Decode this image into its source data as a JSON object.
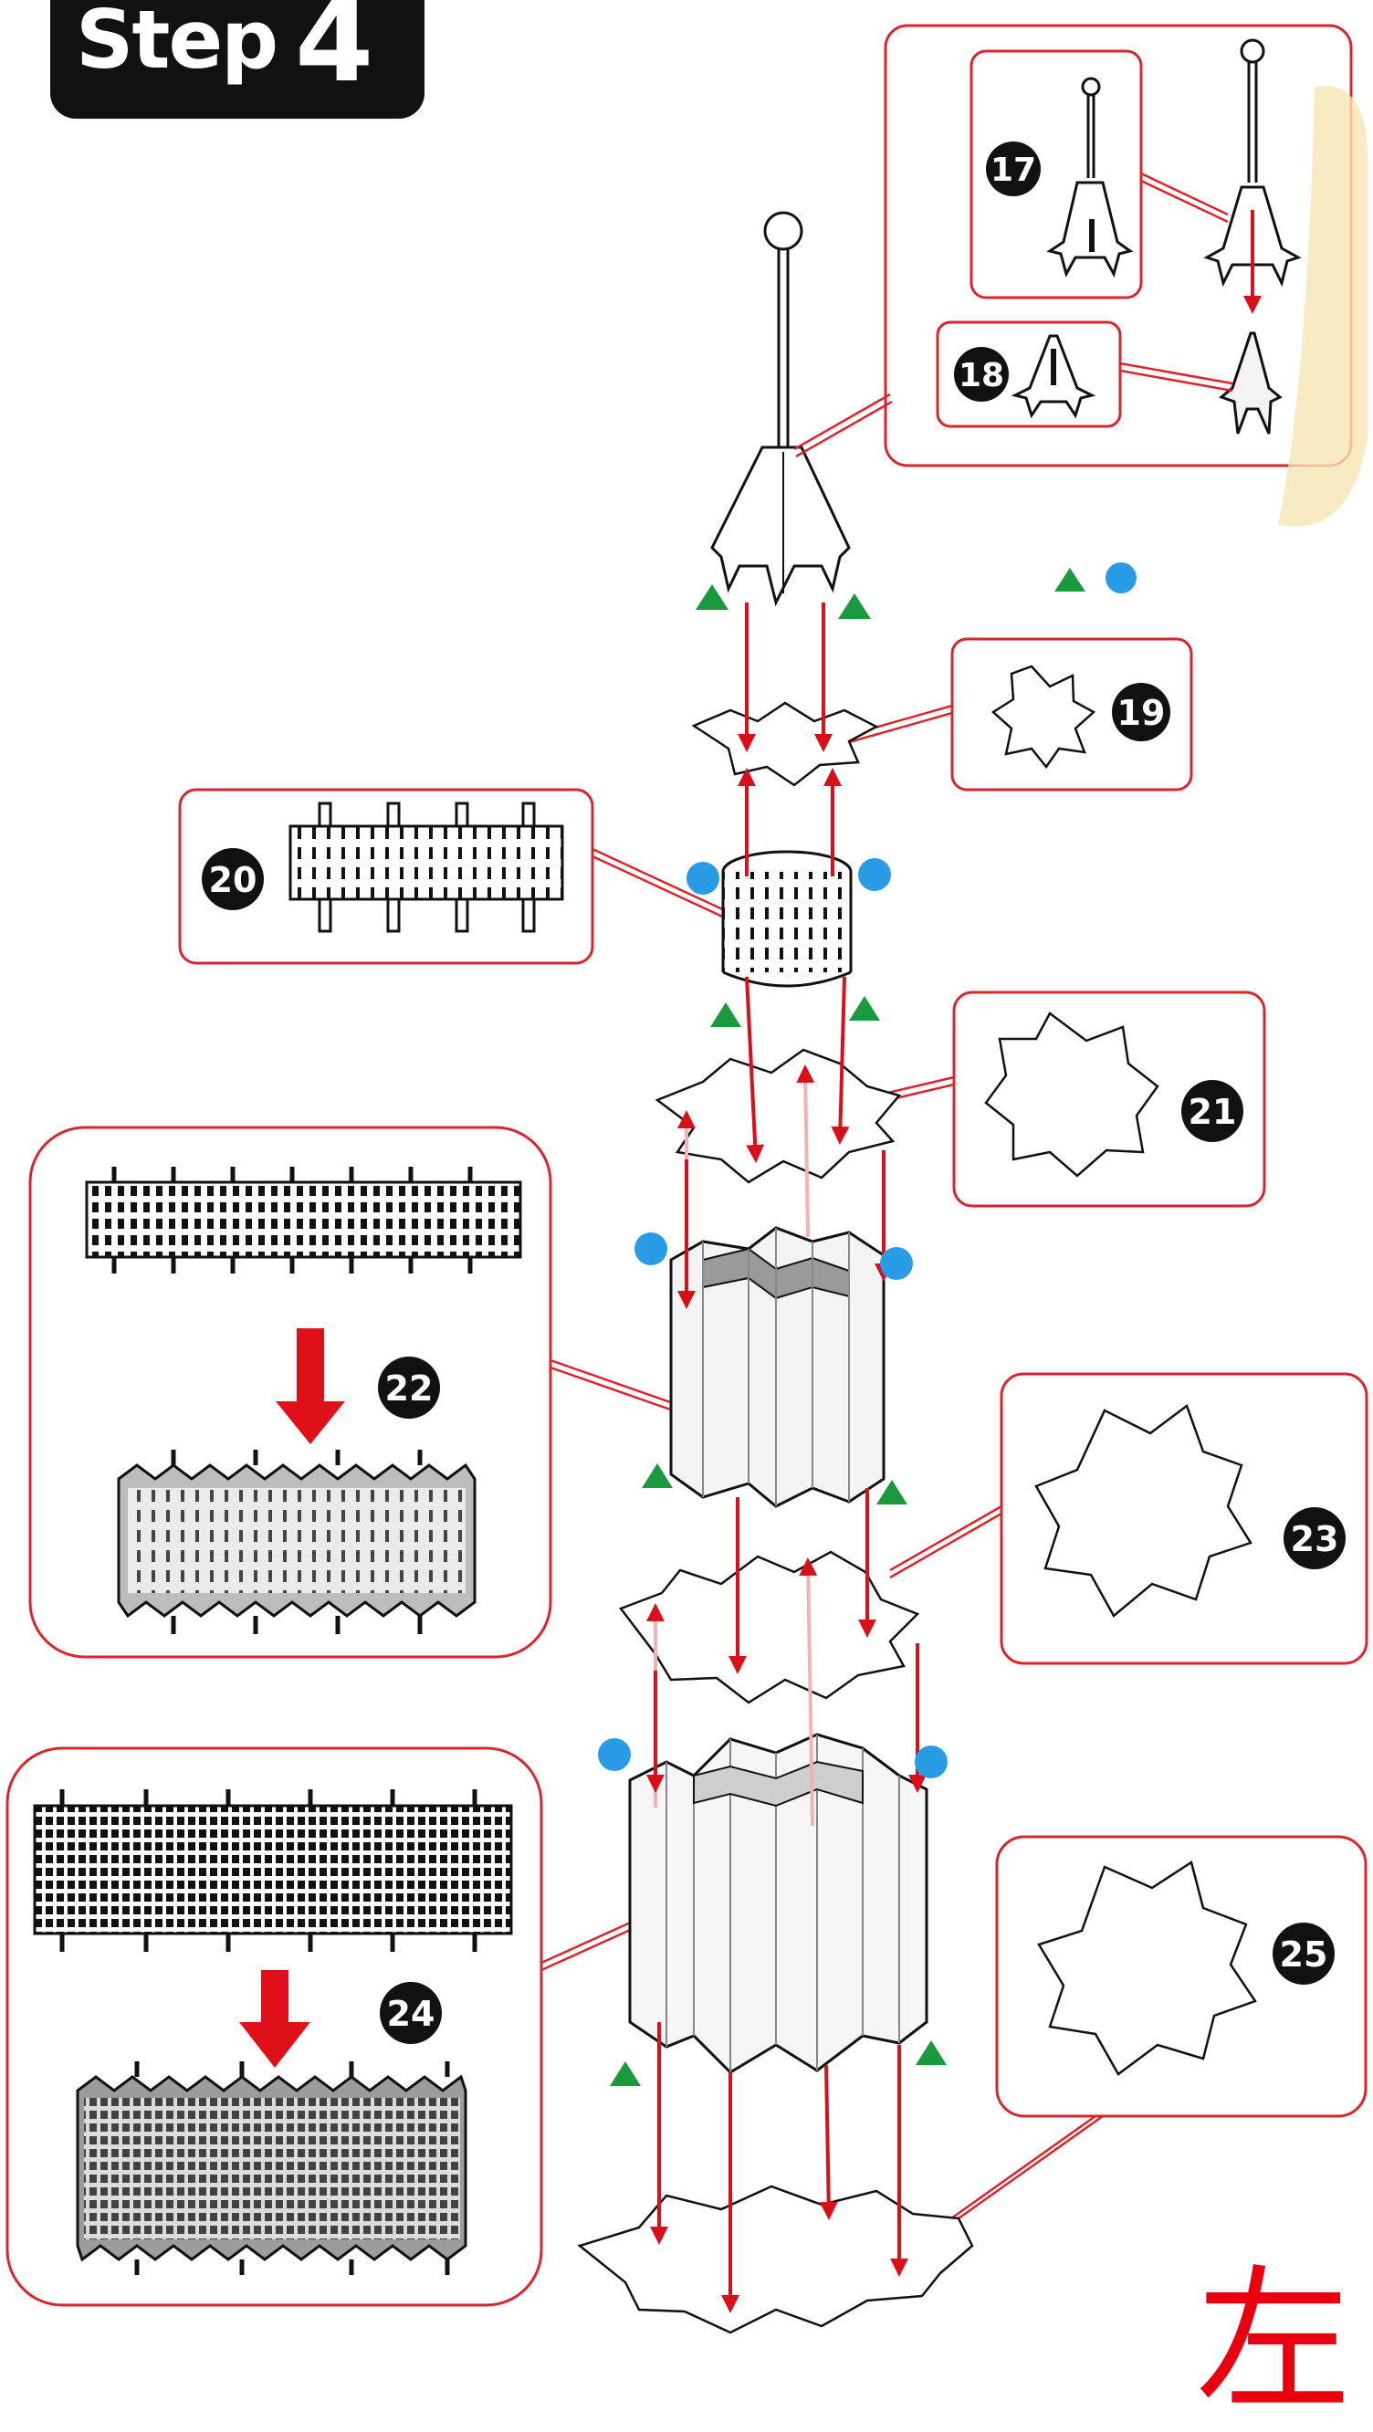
{
  "header": {
    "step_word": "Step",
    "step_number": "4"
  },
  "callouts": [
    {
      "id": "top-callout",
      "parts": [
        "17",
        "18"
      ]
    },
    {
      "id": "callout-19",
      "parts": [
        "19"
      ]
    },
    {
      "id": "callout-20",
      "parts": [
        "20"
      ]
    },
    {
      "id": "callout-21",
      "parts": [
        "21"
      ]
    },
    {
      "id": "callout-22",
      "parts": [
        "22"
      ]
    },
    {
      "id": "callout-23",
      "parts": [
        "23"
      ]
    },
    {
      "id": "callout-24",
      "parts": [
        "24"
      ]
    },
    {
      "id": "callout-25",
      "parts": [
        "25"
      ]
    }
  ],
  "labels": {
    "p17": "17",
    "p18": "18",
    "p19": "19",
    "p20": "20",
    "p21": "21",
    "p22": "22",
    "p23": "23",
    "p24": "24",
    "p25": "25"
  },
  "side_mark": "左",
  "colors": {
    "callout_border": "#d7262d",
    "arrow": "#d7101a",
    "triangle": "#1a9a3c",
    "dot": "#2a9be6",
    "badge": "#111111"
  },
  "legend_icons": [
    "green-triangle-icon",
    "blue-dot-icon"
  ]
}
